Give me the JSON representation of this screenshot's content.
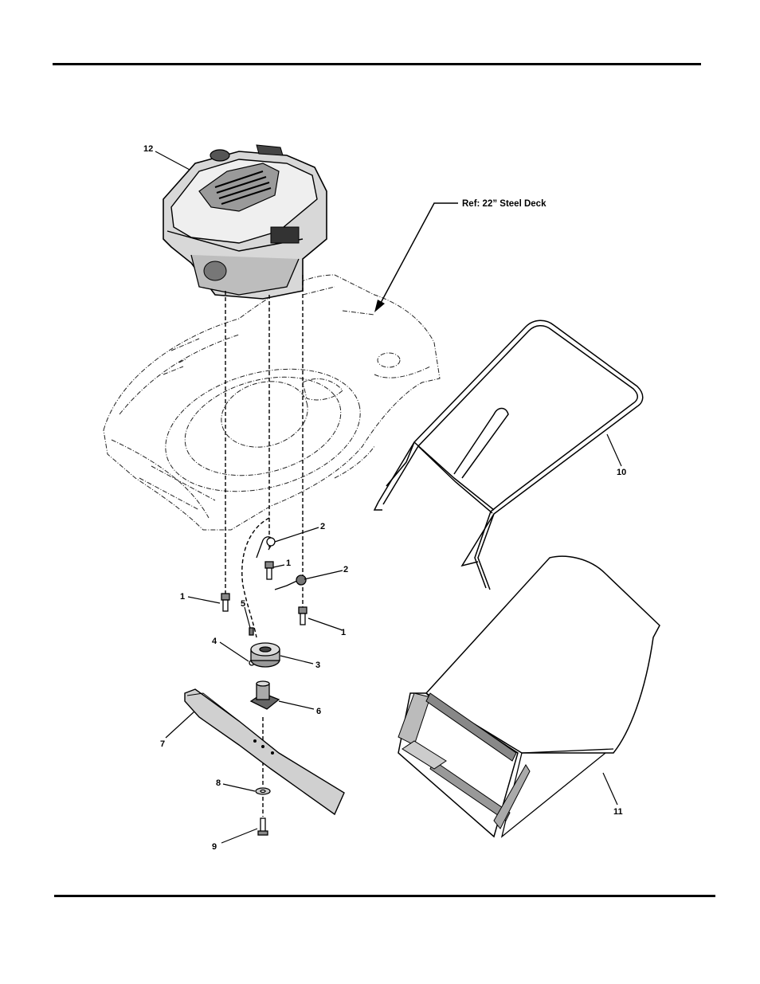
{
  "reference": {
    "label": "Ref: 22” Steel Deck"
  },
  "callouts": {
    "c12": "12",
    "c10": "10",
    "c11": "11",
    "c2a": "2",
    "c2b": "2",
    "c1a": "1",
    "c1b": "1",
    "c1c": "1",
    "c5": "5",
    "c4": "4",
    "c3": "3",
    "c6": "6",
    "c7": "7",
    "c8": "8",
    "c9": "9"
  },
  "icons": {
    "engine": "engine-icon",
    "deck": "mower-deck-icon",
    "grass_bag_frame": "grass-bag-frame-icon",
    "grass_bag": "grass-bag-icon",
    "blade": "blade-icon"
  }
}
